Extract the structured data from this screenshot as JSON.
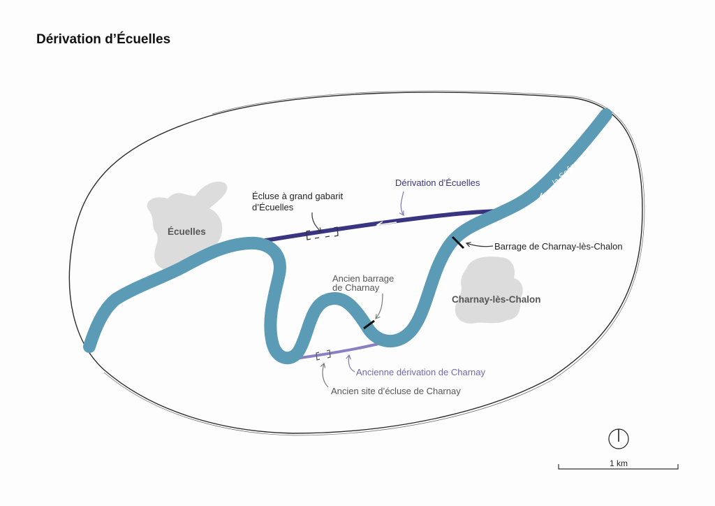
{
  "title": "Dérivation d’Écuelles",
  "towns": {
    "ecuelles": "Écuelles",
    "charnay": "Charnay-lès-Chalon"
  },
  "river": {
    "name": "la Saône"
  },
  "labels": {
    "derivation_ecuelles": "Dérivation d’Écuelles",
    "ecluse_line1": "Écluse à grand gabarit",
    "ecluse_line2": "d’Écuelles",
    "barrage_charnay_les_chalon": "Barrage de Charnay-lès-Chalon",
    "ancien_barrage_line1": "Ancien barrage",
    "ancien_barrage_line2": "de Charnay",
    "ancienne_derivation": "Ancienne dérivation de Charnay",
    "ancien_site_ecluse": "Ancien site d’écluse de Charnay"
  },
  "scale": {
    "label": "1 km"
  },
  "colors": {
    "river": "#5b9bb6",
    "canal_new": "#3a3580",
    "canal_old": "#8a7fc4",
    "town": "#dcdcdc",
    "outline": "#2a2a2a"
  },
  "icons": {
    "north": "north-arrow-icon"
  }
}
